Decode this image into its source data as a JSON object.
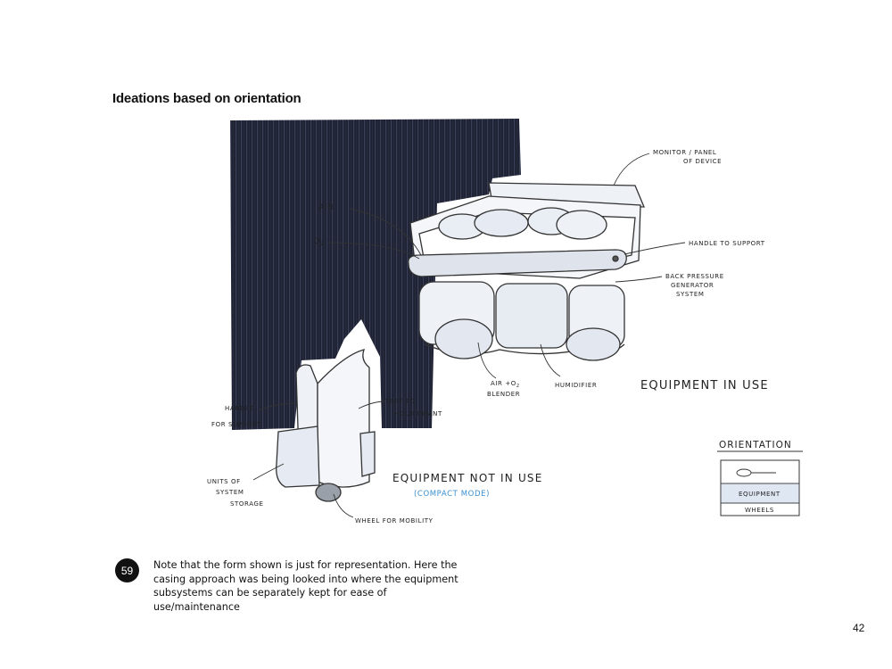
{
  "page": {
    "title": "Ideations based on orientation",
    "number": "42"
  },
  "sketch": {
    "labels": {
      "monitor_1": "MONITOR / PANEL",
      "monitor_2": "OF DEVICE",
      "air": "AIR",
      "o2": "O",
      "o2_sub": "2",
      "handle_support": "HANDLE TO SUPPORT",
      "back_pressure_1": "BACK PRESSURE",
      "back_pressure_2": "GENERATOR",
      "back_pressure_3": "SYSTEM",
      "blender_1": "AIR +O",
      "blender_sub": "2",
      "blender_2": "BLENDER",
      "humidifier": "HUMIDIFIER",
      "equipment_in_use": "EQUIPMENT  IN USE",
      "handle_1": "HANDLE",
      "handle_2": "FOR SUPPORT",
      "tray_1": "TRAY TO",
      "tray_2": "HOLD INFANT",
      "units_1": "UNITS OF",
      "units_2": "SYSTEM",
      "units_3": "STORAGE",
      "not_in_use": "EQUIPMENT NOT IN USE",
      "compact_mode": "(COMPACT MODE)",
      "wheel": "WHEEL FOR MOBILITY"
    },
    "orientation": {
      "title": "ORIENTATION",
      "equipment": "EQUIPMENT",
      "wheels": "WHEELS"
    }
  },
  "note": {
    "number": "59",
    "text": "Note that the form shown is just for representation. Here the casing approach was being looked into where the equipment subsystems can be separately kept for ease of use/maintenance"
  }
}
